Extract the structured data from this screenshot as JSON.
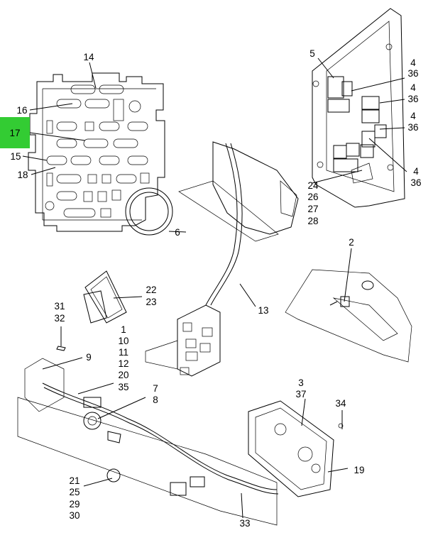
{
  "highlight": {
    "label": "17",
    "color": "#33cc33"
  },
  "callouts": {
    "c14": "14",
    "c16": "16",
    "c15": "15",
    "c18": "18",
    "c6": "6",
    "c5": "5",
    "c4a": "4",
    "c36a": "36",
    "c4b": "4",
    "c36b": "36",
    "c4c": "4",
    "c36c": "36",
    "c4d": "4",
    "c36d": "36",
    "c24": "24",
    "c26": "26",
    "c27": "27",
    "c28": "28",
    "c2": "2",
    "c22": "22",
    "c23": "23",
    "c13": "13",
    "c31": "31",
    "c32": "32",
    "c9": "9",
    "c1": "1",
    "c10": "10",
    "c11": "11",
    "c12": "12",
    "c20": "20",
    "c35": "35",
    "c7": "7",
    "c8": "8",
    "c3": "3",
    "c37": "37",
    "c34": "34",
    "c19": "19",
    "c21": "21",
    "c25": "25",
    "c29": "29",
    "c30": "30",
    "c33": "33"
  }
}
